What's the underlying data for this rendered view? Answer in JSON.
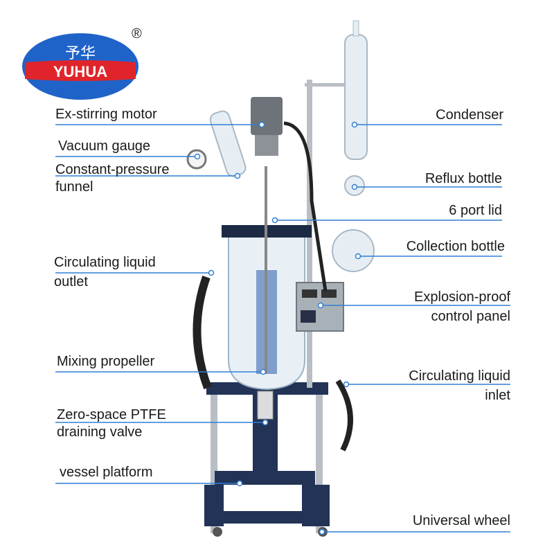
{
  "logo": {
    "chinese": "予华",
    "brand": "YUHUA",
    "registered": "®",
    "colors": {
      "oval": "#1f63c9",
      "band": "#e0242b",
      "text": "#ffffff"
    }
  },
  "labels": {
    "motor": "Ex-stirring motor",
    "vacuum_gauge": "Vacuum gauge",
    "funnel_line1": "Constant-pressure",
    "funnel_line2": "funnel",
    "outlet_line1": "Circulating liquid",
    "outlet_line2": "outlet",
    "propeller": "Mixing propeller",
    "valve_line1": "Zero-space PTFE",
    "valve_line2": "draining valve",
    "platform": "vessel platform",
    "condenser": "Condenser",
    "reflux": "Reflux bottle",
    "lid": "6 port lid",
    "collection": "Collection bottle",
    "panel_line1": "Explosion-proof",
    "panel_line2": "control panel",
    "inlet_line1": "Circulating liquid",
    "inlet_line2": "inlet",
    "wheel": "Universal wheel"
  },
  "colors": {
    "leader_line": "#2f7fd6",
    "dot": "#ffffff",
    "frame": "#223356",
    "glass": "#dfe9f1",
    "steel": "#9aa3ab"
  }
}
